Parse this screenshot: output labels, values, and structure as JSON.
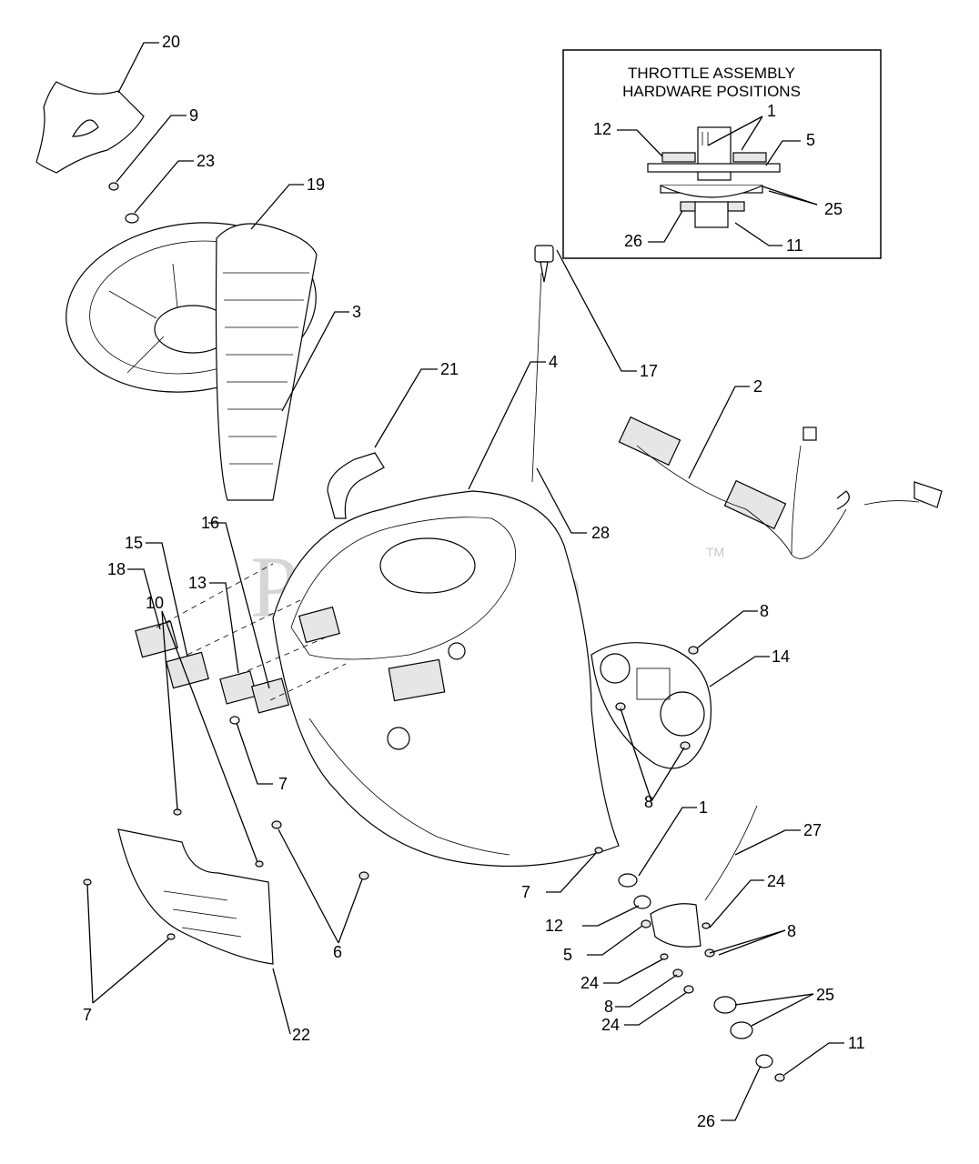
{
  "watermark": {
    "brand": "PartsTree",
    "tm": "TM"
  },
  "inset": {
    "title_line1": "THROTTLE ASSEMBLY",
    "title_line2": "HARDWARE POSITIONS"
  },
  "callouts": {
    "c20": "20",
    "c9": "9",
    "c23": "23",
    "c19": "19",
    "c3": "3",
    "c21": "21",
    "c4": "4",
    "c17": "17",
    "c2": "2",
    "c28": "28",
    "c16": "16",
    "c15": "15",
    "c18": "18",
    "c13": "13",
    "c8a": "8",
    "c14": "14",
    "c10": "10",
    "c7a": "7",
    "c8b": "8",
    "c1": "1",
    "c27": "27",
    "c7b": "7",
    "c24a": "24",
    "c12": "12",
    "c8c": "8",
    "c5": "5",
    "c6": "6",
    "c24b": "24",
    "c8d": "8",
    "c7c": "7",
    "c24c": "24",
    "c25": "25",
    "c22": "22",
    "c11": "11",
    "c26": "26",
    "i1": "1",
    "i12": "12",
    "i5": "5",
    "i25": "25",
    "i26": "26",
    "i11": "11"
  }
}
